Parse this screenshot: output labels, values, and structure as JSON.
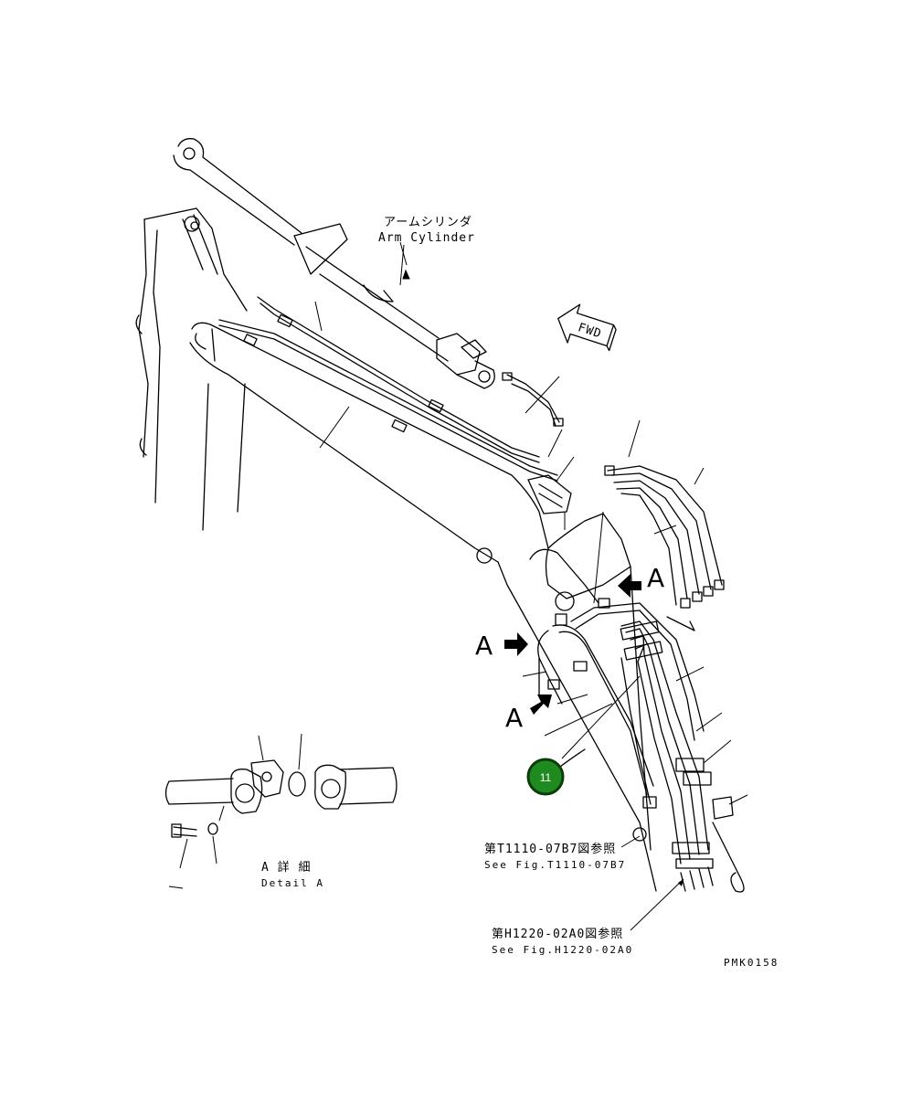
{
  "labels": {
    "arm_cylinder_jp": "アームシリンダ",
    "arm_cylinder_en": "Arm Cylinder",
    "fwd": "FWD",
    "view_a": "A",
    "detail_a_jp": "A 詳 細",
    "detail_a_en": "Detail A",
    "ref_t1110_jp": "第T1110-07B7図参照",
    "ref_t1110_en": "See Fig.T1110-07B7",
    "ref_h1220_jp": "第H1220-02A0図参照",
    "ref_h1220_en": "See Fig.H1220-02A0",
    "drawing_code": "PMK0158"
  },
  "callout": {
    "number": "11",
    "color": "#1f8a1f",
    "border": "#0b3d0b"
  }
}
